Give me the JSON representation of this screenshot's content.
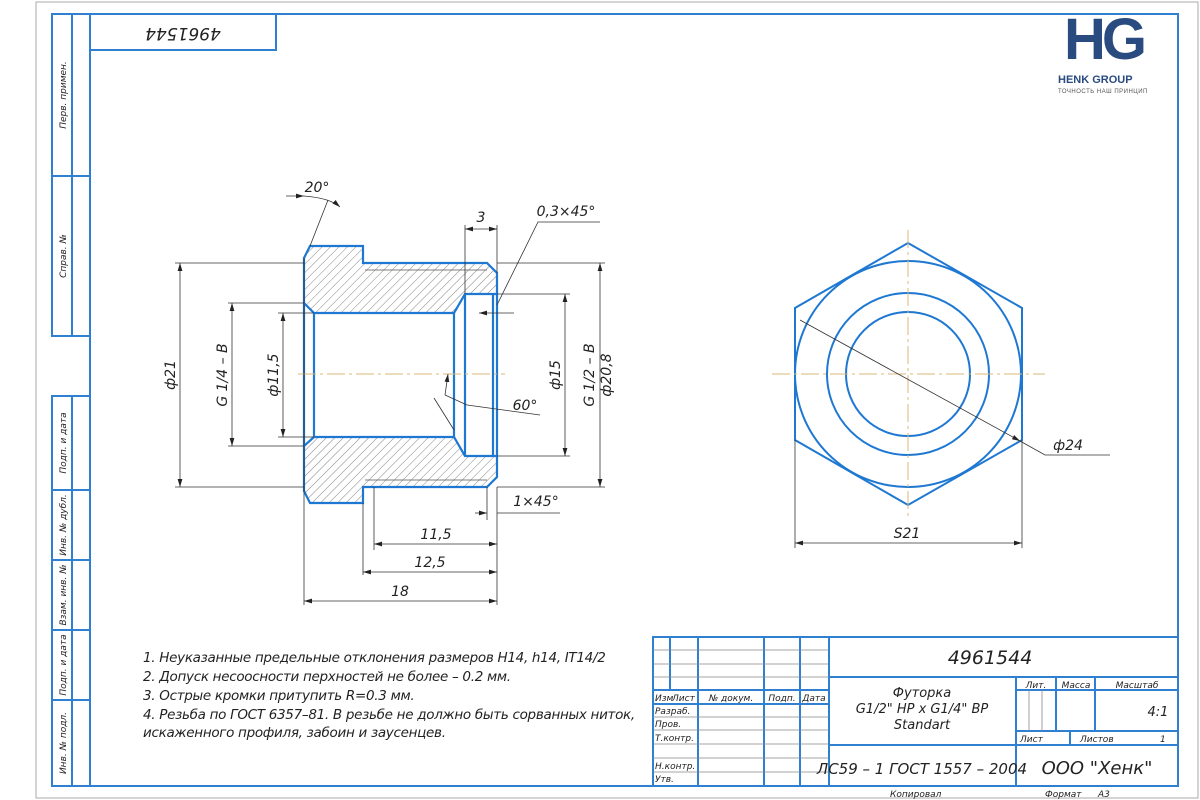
{
  "drawing_number": "4961544",
  "drawing_number_stamp": "4961544",
  "logo": {
    "mark": "HG",
    "name": "HENK GROUP",
    "tagline": "ТОЧНОСТЬ НАШ ПРИНЦИП"
  },
  "side_stamps": [
    "Перв. примен.",
    "Справ. №",
    "Подп. и дата",
    "Инв. № дубл.",
    "Взам. инв. №",
    "Подп. и дата",
    "Инв. № подл."
  ],
  "dimensions": {
    "angle_20": "20°",
    "width_3": "3",
    "chamfer_03": "0,3×45°",
    "dia_21": "ф21",
    "thread_g14": "G 1/4 – B",
    "dia_115": "ф11,5",
    "angle_60": "60°",
    "dia_15": "ф15",
    "thread_g12": "G 1/2 – B",
    "dia_208": "ф20,8",
    "chamfer_1": "1×45°",
    "len_115": "11,5",
    "len_125": "12,5",
    "len_18": "18",
    "dia_24": "ф24",
    "hex_s21": "S21"
  },
  "notes": [
    "1. Неуказанные предельные отклонения размеров H14, h14, IT14/2",
    "2. Допуск несоосности перхностей не более – 0.2 мм.",
    "3. Острые кромки притупить R=0.3 мм.",
    "4. Резьба по ГОСТ 6357–81. В резьбе не должно быть сорванных ниток,",
    "искаженного профиля, забоин и заусенцев."
  ],
  "title_block": {
    "col_izm": "Изм",
    "col_list": "Лист",
    "col_doc": "№ докум.",
    "col_sign": "Подп.",
    "col_date": "Дата",
    "row_razrab": "Разраб.",
    "row_prov": "Пров.",
    "row_tkontr": "Т.контр.",
    "row_nkontr": "Н.контр.",
    "row_utv": "Утв.",
    "name_line1": "Футорка",
    "name_line2": "G1/2\" НР х G1/4\" ВР",
    "name_line3": "Standart",
    "lit": "Лит.",
    "mass": "Масса",
    "scale_label": "Масштаб",
    "scale": "4:1",
    "sheet": "Лист",
    "sheets_label": "Листов",
    "sheets": "1",
    "material": "ЛС59 – 1 ГОСТ 1557 – 2004",
    "company": "ООО \"Хенк\"",
    "copied": "Копировал",
    "format_label": "Формат",
    "format": "А3"
  },
  "colors": {
    "outline": "#1e78d2",
    "frame": "#2f80d0",
    "line": "#333333",
    "center": "#d8b878"
  }
}
